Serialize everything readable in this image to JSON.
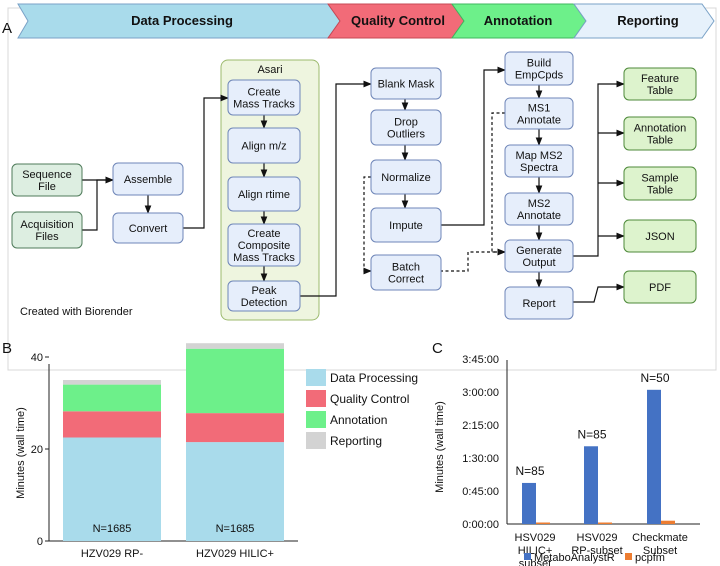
{
  "panels": {
    "a": "A",
    "b": "B",
    "c": "C"
  },
  "banner": {
    "stages": [
      {
        "label": "Data Processing",
        "color": "#a9dbeb"
      },
      {
        "label": "Quality Control",
        "color": "#f26b78"
      },
      {
        "label": "Annotation",
        "color": "#6df08a"
      },
      {
        "label": "Reporting",
        "color": "#e6f1fb"
      }
    ]
  },
  "flow": {
    "group_label": "Asari",
    "credit": "Created with Biorender",
    "inputs": [
      {
        "lines": [
          "Sequence",
          "File"
        ]
      },
      {
        "lines": [
          "Acquisition",
          "Files"
        ]
      }
    ],
    "prep": [
      {
        "lines": [
          "Assemble"
        ]
      },
      {
        "lines": [
          "Convert"
        ]
      }
    ],
    "asari": [
      {
        "lines": [
          "Create",
          "Mass Tracks"
        ]
      },
      {
        "lines": [
          "Align m/z"
        ]
      },
      {
        "lines": [
          "Align rtime"
        ]
      },
      {
        "lines": [
          "Create",
          "Composite",
          "Mass Tracks"
        ]
      },
      {
        "lines": [
          "Peak",
          "Detection"
        ]
      }
    ],
    "qc": [
      {
        "lines": [
          "Blank Mask"
        ]
      },
      {
        "lines": [
          "Drop",
          "Outliers"
        ]
      },
      {
        "lines": [
          "Normalize"
        ]
      },
      {
        "lines": [
          "Impute"
        ]
      },
      {
        "lines": [
          "Batch",
          "Correct"
        ]
      }
    ],
    "annot": [
      {
        "lines": [
          "Build",
          "EmpCpds"
        ]
      },
      {
        "lines": [
          "MS1",
          "Annotate"
        ]
      },
      {
        "lines": [
          "Map MS2",
          "Spectra"
        ]
      },
      {
        "lines": [
          "MS2",
          "Annotate"
        ]
      },
      {
        "lines": [
          "Generate",
          "Output"
        ]
      },
      {
        "lines": [
          "Report"
        ]
      }
    ],
    "outputs": [
      {
        "lines": [
          "Feature",
          "Table"
        ]
      },
      {
        "lines": [
          "Annotation",
          "Table"
        ]
      },
      {
        "lines": [
          "Sample",
          "Table"
        ]
      },
      {
        "lines": [
          "JSON"
        ]
      },
      {
        "lines": [
          "PDF"
        ]
      }
    ]
  },
  "chart_data": [
    {
      "type": "bar",
      "stacked": true,
      "categories": [
        "HZV029 RP-",
        "HZV029 HILIC+"
      ],
      "ylabel": "Minutes (wall time)",
      "ylim": [
        0,
        44
      ],
      "yticks": [
        "0",
        "20",
        "40"
      ],
      "series": [
        {
          "name": "Data Processing",
          "color": "#a9dbeb",
          "values": [
            22.5,
            21.5
          ]
        },
        {
          "name": "Quality Control",
          "color": "#f26b78",
          "values": [
            5.7,
            6.3
          ]
        },
        {
          "name": "Annotation",
          "color": "#6df08a",
          "values": [
            5.8,
            14
          ]
        },
        {
          "name": "Reporting",
          "color": "#d3d3d3",
          "values": [
            1,
            1.2
          ]
        }
      ],
      "annotations": [
        "N=1685",
        "N=1685"
      ],
      "legend": "right"
    },
    {
      "type": "bar",
      "categories": [
        [
          "HSV029",
          "HILIC+",
          "subset"
        ],
        [
          "HSV029",
          "RP-subset"
        ],
        [
          "Checkmate",
          "Subset"
        ]
      ],
      "ylabel": "Minutes (wall time)",
      "ylim": [
        0,
        225
      ],
      "yticks": [
        "0:00:00",
        "0:45:00",
        "1:30:00",
        "2:15:00",
        "3:00:00",
        "3:45:00"
      ],
      "series": [
        {
          "name": "MetaboAnalystR",
          "color": "#4472c4",
          "values": [
            56,
            106,
            183
          ]
        },
        {
          "name": "pcpfm",
          "color": "#ed7d31",
          "values": [
            1.5,
            1.5,
            4.5
          ]
        }
      ],
      "annotations": [
        "N=85",
        "N=85",
        "N=50"
      ],
      "legend": "bottom"
    }
  ]
}
